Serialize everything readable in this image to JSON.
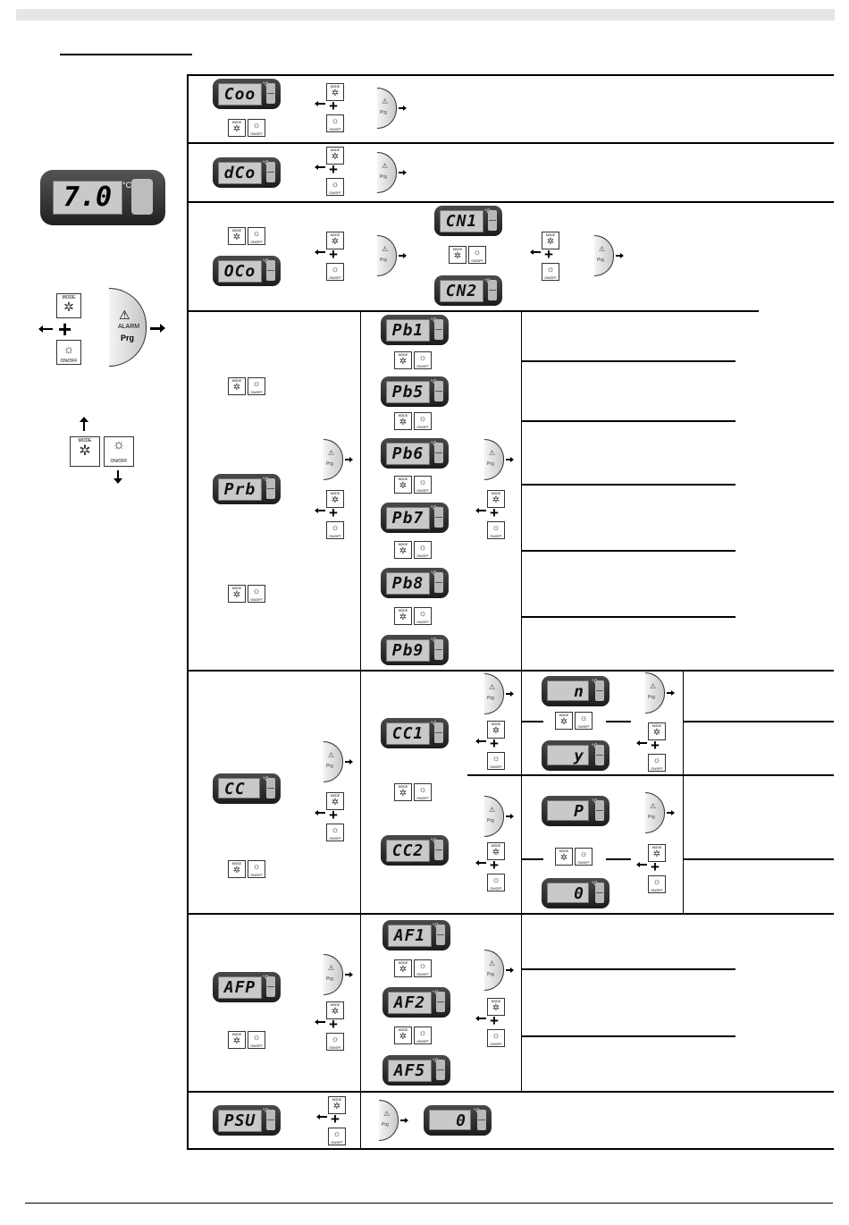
{
  "legend": {
    "main_display": "7.0",
    "main_unit": "°C",
    "combo": {
      "top_key": "MODE",
      "bottom_key": "ON/OFF"
    },
    "prg_button": {
      "alarm": "ALARM",
      "label": "Prg"
    },
    "updown": {
      "up_key": "MODE",
      "down_key": "ON/OFF"
    }
  },
  "keys": {
    "mode": "MODE",
    "onoff": "ON/OFF",
    "alarm": "ALARM",
    "prg": "Prg"
  },
  "displays": {
    "coo": "Coo",
    "dco": "dCo",
    "oco": "OCo",
    "cn1": "CN1",
    "cn2": "CN2",
    "prb": "Prb",
    "pb1": "Pb1",
    "pb5": "Pb5",
    "pb6": "Pb6",
    "pb7": "Pb7",
    "pb8": "Pb8",
    "pb9": "Pb9",
    "cc": "CC",
    "cc1": "CC1",
    "cc2": "CC2",
    "n": "n",
    "y": "y",
    "p": "P",
    "zero": "0",
    "afp": "AFP",
    "af1": "AF1",
    "af2": "AF2",
    "af5": "AF5",
    "psu": "PSU",
    "psu_zero": "0"
  }
}
